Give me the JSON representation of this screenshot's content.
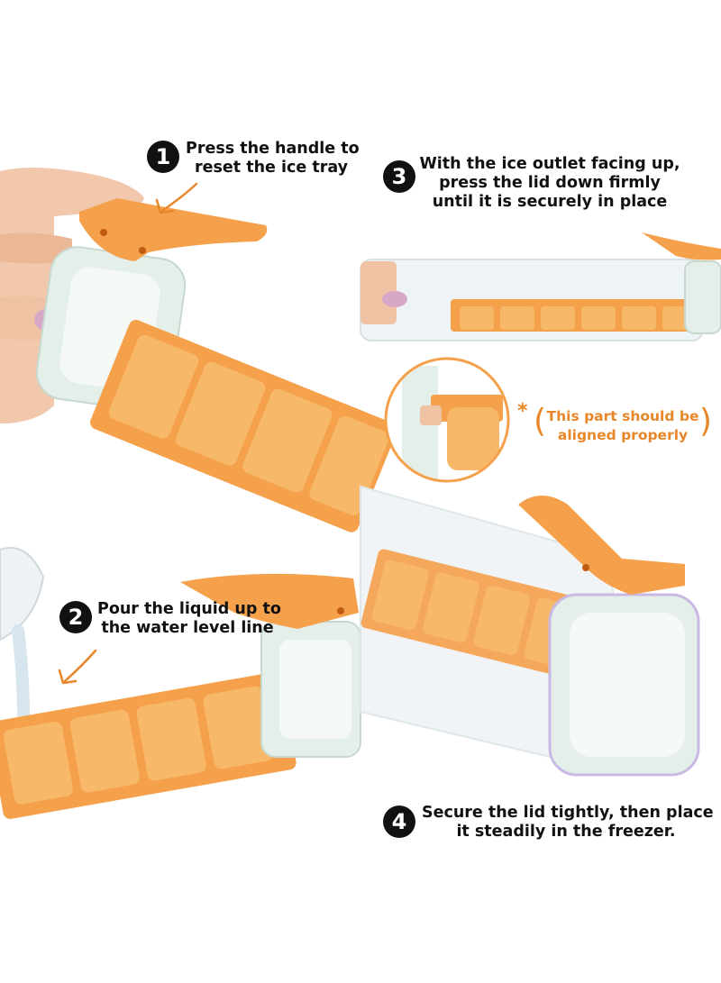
{
  "colors": {
    "tray_orange": "#f5a04a",
    "tray_orange_dark": "#e8872a",
    "lid_mint": "#e4efe9",
    "step_circle": "#111111",
    "accent_note": "#e8872a"
  },
  "steps": [
    {
      "number": "1",
      "line1": "Press the handle to",
      "line2": "reset the ice tray",
      "line3": ""
    },
    {
      "number": "2",
      "line1": "Pour the liquid up to",
      "line2": "the water level line",
      "line3": ""
    },
    {
      "number": "3",
      "line1": "With the ice outlet facing up,",
      "line2": "press the lid down firmly",
      "line3": "until it is securely in place"
    },
    {
      "number": "4",
      "line1": "Secure the lid tightly, then place",
      "line2": "it steadily in the freezer.",
      "line3": ""
    }
  ],
  "note": {
    "asterisk": "*",
    "line1": "This part should be",
    "line2": "aligned properly"
  },
  "icons": {
    "arrow": "hand-drawn-arrow-icon",
    "magnifier": "detail-circle"
  }
}
